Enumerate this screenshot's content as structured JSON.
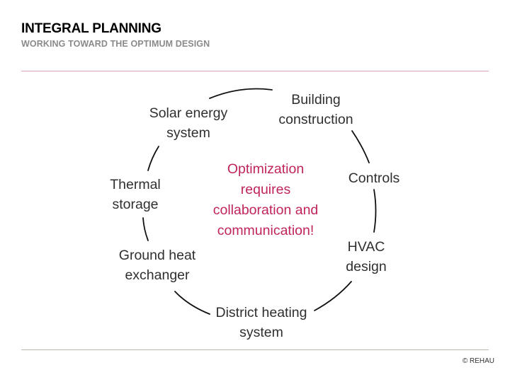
{
  "header": {
    "title": "INTEGRAL PLANNING",
    "subtitle": "WORKING TOWARD THE OPTIMUM DESIGN"
  },
  "diagram": {
    "nodes": [
      {
        "id": "building",
        "lines": [
          "Building",
          "construction"
        ]
      },
      {
        "id": "controls",
        "lines": [
          "Controls"
        ]
      },
      {
        "id": "hvac",
        "lines": [
          "HVAC",
          "design"
        ]
      },
      {
        "id": "district",
        "lines": [
          "District heating",
          "system"
        ]
      },
      {
        "id": "ground",
        "lines": [
          "Ground heat",
          "exchanger"
        ]
      },
      {
        "id": "thermal",
        "lines": [
          "Thermal",
          "storage"
        ]
      },
      {
        "id": "solar",
        "lines": [
          "Solar energy",
          "system"
        ]
      }
    ],
    "center_lines": [
      "Optimization",
      "requires",
      "collaboration and",
      "communication!"
    ],
    "accent_color": "#c0245c"
  },
  "footer": {
    "copyright": "© REHAU"
  }
}
